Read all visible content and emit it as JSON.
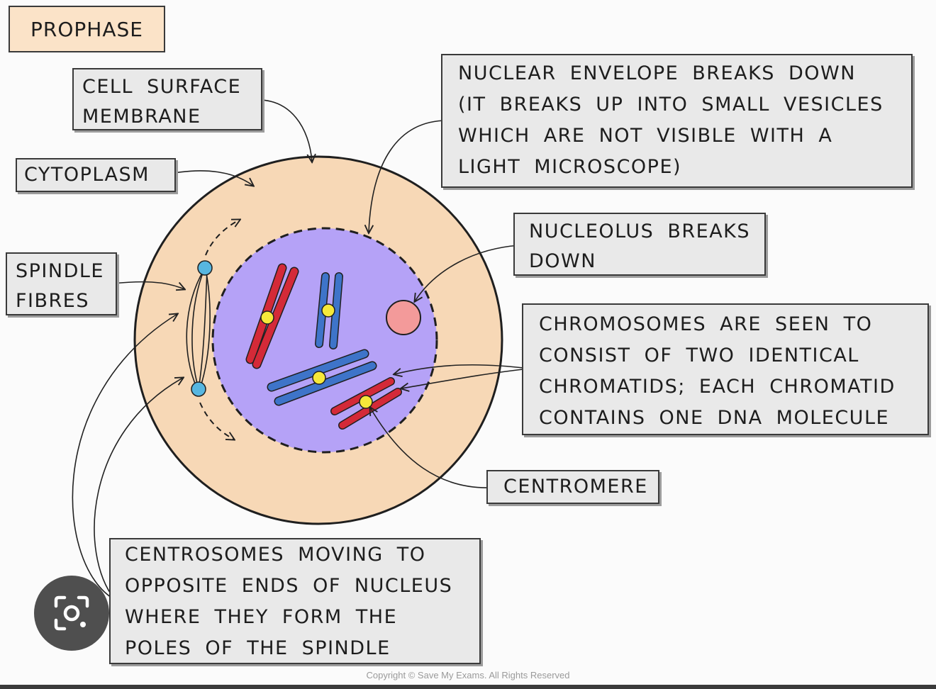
{
  "title": "PROPHASE",
  "labels": {
    "cell_surface_membrane": [
      "CELL SURFACE",
      "MEMBRANE"
    ],
    "cytoplasm": [
      "CYTOPLASM"
    ],
    "spindle_fibres": [
      "SPINDLE",
      "FIBRES"
    ],
    "nuclear_envelope": [
      "NUCLEAR ENVELOPE BREAKS DOWN",
      "(IT BREAKS UP INTO SMALL VESICLES",
      "WHICH ARE NOT VISIBLE WITH A",
      "LIGHT MICROSCOPE)"
    ],
    "nucleolus": [
      "NUCLEOLUS BREAKS",
      "DOWN"
    ],
    "chromosomes": [
      "CHROMOSOMES ARE SEEN TO",
      "CONSIST OF TWO IDENTICAL",
      "CHROMATIDS; EACH CHROMATID",
      "CONTAINS ONE DNA MOLECULE"
    ],
    "centromere": [
      "CENTROMERE"
    ],
    "centrosomes": [
      "CENTROSOMES MOVING TO",
      "OPPOSITE ENDS OF NUCLEUS",
      "WHERE THEY FORM THE",
      "POLES OF THE SPINDLE"
    ]
  },
  "copyright": "Copyright © Save My Exams. All Rights Reserved",
  "icons": {
    "lens": "camera-lens-icon"
  },
  "colors": {
    "cytoplasm": "#f7d8b6",
    "nucleus": "#b5a2f7",
    "nucleolus": "#f39a9a",
    "chromosome_red": "#d42a38",
    "chromosome_blue": "#3e74c9",
    "centromere": "#f6e83a",
    "centrosome": "#57b6e0",
    "label_box": "#e9e9e9",
    "title_box": "#fbe3c8"
  }
}
